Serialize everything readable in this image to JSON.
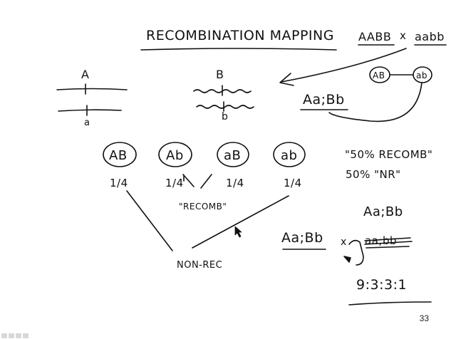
{
  "slide": {
    "title": "RECOMBINATION MAPPING",
    "page_number": "33"
  },
  "cross": {
    "parent_a": "AABB",
    "parent_b": "aabb",
    "times": "x",
    "circle_left": "AB",
    "circle_right": "ab",
    "f1": "Aa;Bb"
  },
  "chromosomes": {
    "gene_a_top": "A",
    "gene_a_bottom": "a",
    "gene_b_top": "B",
    "gene_b_bottom": "b"
  },
  "gametes": [
    {
      "label": "AB",
      "fraction": "1/4"
    },
    {
      "label": "Ab",
      "fraction": "1/4"
    },
    {
      "label": "aB",
      "fraction": "1/4"
    },
    {
      "label": "ab",
      "fraction": "1/4"
    }
  ],
  "labels": {
    "recomb": "\"RECOMB\"",
    "non_rec": "NON-REC",
    "recomb_pct": "\"50% RECOMB\"",
    "nr_pct": "50% \"NR\""
  },
  "testcross": {
    "left": "Aa;Bb",
    "times": "x",
    "right_top": "Aa;Bb",
    "right_crossed": "aa;bb",
    "ratio": "9:3:3:1"
  }
}
